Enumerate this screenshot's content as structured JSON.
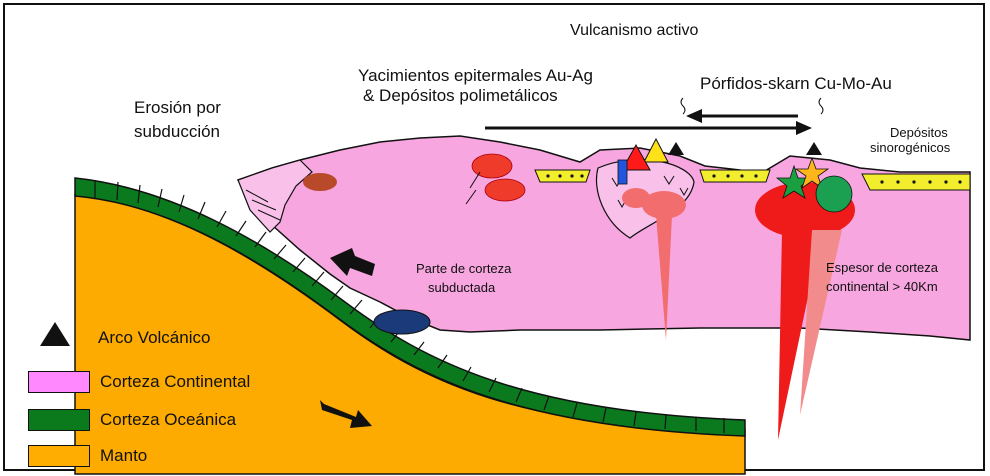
{
  "labels": {
    "vulcanismo": "Vulcanismo  activo",
    "yacimientos_l1": "Yacimientos epitermales Au-Ag",
    "yacimientos_l2": "& Depósitos polimetálicos",
    "porfidos": "Pórfidos-skarn  Cu-Mo-Au",
    "erosion_l1": "Erosión por",
    "erosion_l2": "subducción",
    "depositos_l1": "Depósitos",
    "depositos_l2": "sinorogénicos",
    "parte_l1": "Parte de corteza",
    "parte_l2": "subductada",
    "espesor_l1": "Espesor de corteza",
    "espesor_l2": "continental  > 40Km"
  },
  "legend": [
    {
      "label": "Arco Volcánico",
      "symbol": "triangle",
      "color": "#111111"
    },
    {
      "label": "Corteza Continental",
      "symbol": "box",
      "color": "#ff88ff"
    },
    {
      "label": "Corteza Oceánica",
      "symbol": "box",
      "color": "#0a7a1c"
    },
    {
      "label": "Manto",
      "symbol": "box",
      "color": "#ffad00"
    }
  ],
  "colors": {
    "continental_crust": "#f7a6e0",
    "oceanic_crust": "#0b7a1f",
    "mantle": "#fdab00",
    "sediments": "#f2ee2e",
    "magma_red": "#ef1a1a",
    "magma_salmon": "#f26d6d"
  }
}
